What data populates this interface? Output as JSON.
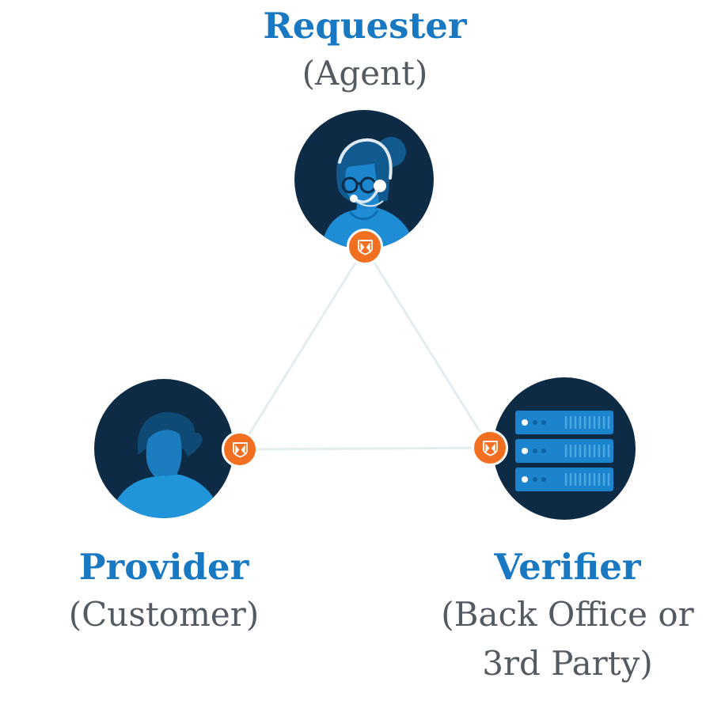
{
  "diagram": {
    "description": "Triangle relationship diagram between three identity-verification roles",
    "nodes": [
      {
        "id": "requester",
        "title": "Requester",
        "subtitle": "(Agent)",
        "illustration": "agent-headset-illustration"
      },
      {
        "id": "provider",
        "title": "Provider",
        "subtitle": "(Customer)",
        "illustration": "customer-illustration"
      },
      {
        "id": "verifier",
        "title": "Verifier",
        "subtitle": "(Back Office or 3rd Party)",
        "illustration": "server-rack-illustration"
      }
    ],
    "badge_icon": "shield-x-icon",
    "connectors": [
      [
        "requester",
        "provider"
      ],
      [
        "requester",
        "verifier"
      ],
      [
        "provider",
        "verifier"
      ]
    ],
    "colors": {
      "title_blue": "#1878c2",
      "subtitle_gray": "#545a61",
      "node_navy": "#0e2b46",
      "badge_orange": "#f26f21",
      "connector_line": "#e3edf0",
      "figure_blue": "#1c86cf",
      "figure_light_blue": "#2095da"
    }
  }
}
